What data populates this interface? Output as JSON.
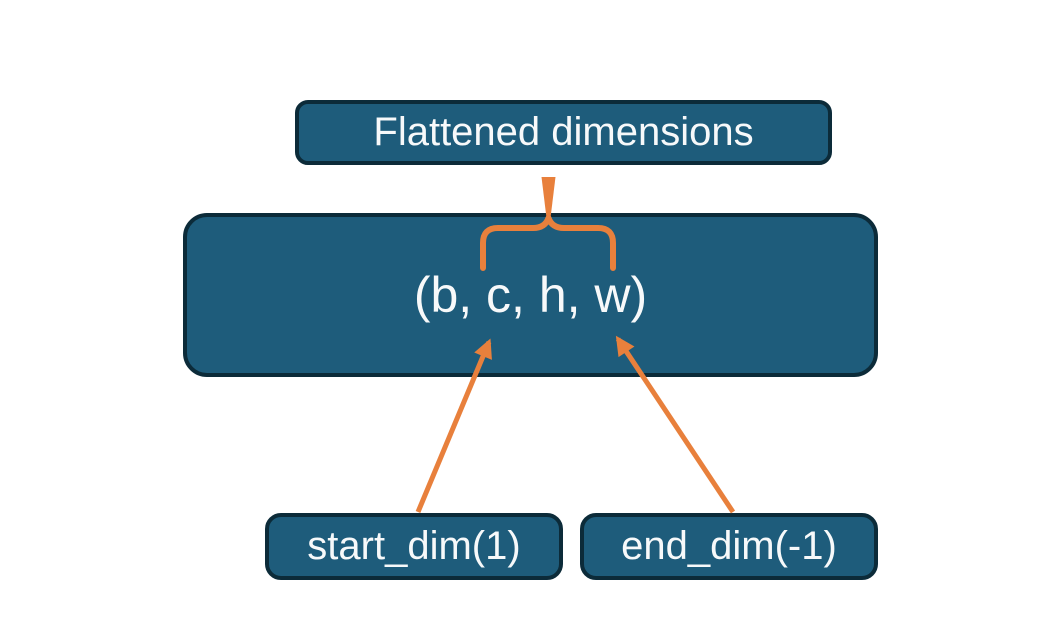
{
  "diagram": {
    "nodes": {
      "flattened_dimensions": {
        "label": "Flattened dimensions"
      },
      "tensor_shape": {
        "label": "(b, c, h, w)"
      },
      "start_dim": {
        "label": "start_dim(1)"
      },
      "end_dim": {
        "label": "end_dim(-1)"
      }
    },
    "colors": {
      "page_background": "#ffffff",
      "box_fill": "#1e5c7b",
      "box_border": "#0c2b39",
      "label_text": "#f7f9fa",
      "connector_orange": "#e8803c"
    }
  }
}
